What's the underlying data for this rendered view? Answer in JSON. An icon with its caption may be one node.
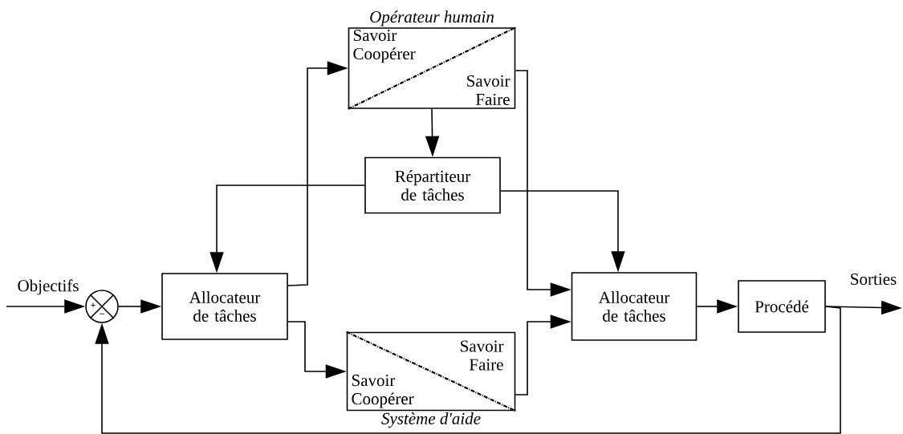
{
  "diagram": {
    "nodes": [
      {
        "text": [
          "+",
          "−"
        ]
      },
      {
        "text": [
          "Allocateur de tâches"
        ]
      },
      {
        "text": [
          "Opérateur humain",
          "Savoir Coopérer",
          "Savoir Faire"
        ]
      },
      {
        "text": [
          "Répartiteur de tâches"
        ]
      },
      {
        "text": [
          "Savoir Faire",
          "Savoir Coopérer",
          "Système d'aide"
        ]
      },
      {
        "text": [
          "Allocateur de tâches"
        ]
      },
      {
        "text": [
          "Procédé"
        ]
      }
    ],
    "edges": [
      {
        "from": null,
        "to": 0,
        "arrow": "to",
        "label": "Objectifs"
      },
      {
        "from": 0,
        "to": 1,
        "arrow": "to"
      },
      {
        "from": 1,
        "to": 2,
        "arrow": "to"
      },
      {
        "from": 1,
        "to": 4,
        "arrow": "to"
      },
      {
        "from": 2,
        "to": 3,
        "arrow": "to"
      },
      {
        "from": 3,
        "to": 1,
        "arrow": "to"
      },
      {
        "from": 3,
        "to": 5,
        "arrow": "to"
      },
      {
        "from": 2,
        "to": 5,
        "arrow": "to"
      },
      {
        "from": 4,
        "to": 5,
        "arrow": "to"
      },
      {
        "from": 5,
        "to": 6,
        "arrow": "to"
      },
      {
        "from": 6,
        "to": null,
        "arrow": "to",
        "label": "Sorties"
      },
      {
        "from": 6,
        "to": 0,
        "arrow": "to"
      }
    ]
  }
}
